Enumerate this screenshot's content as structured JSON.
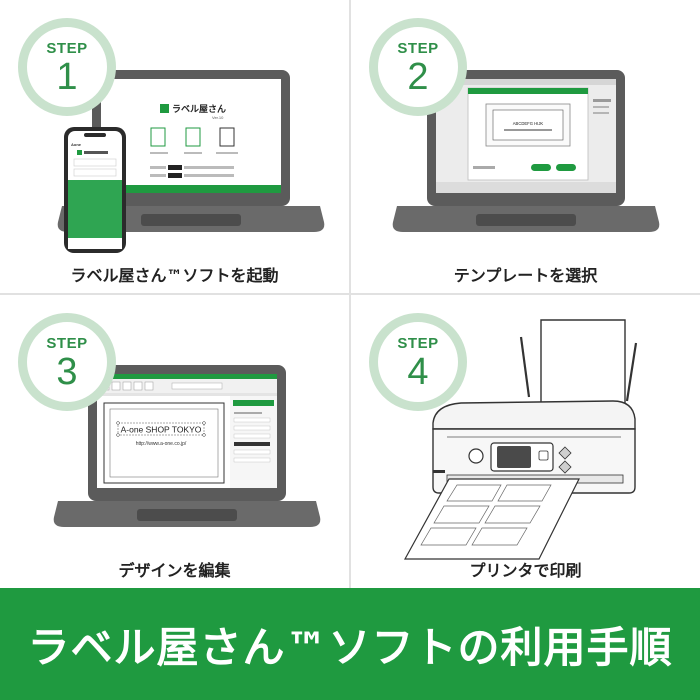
{
  "steps": [
    {
      "step_label": "STEP",
      "number": "1",
      "caption": "ラベル屋さん™ソフトを起動",
      "screen": {
        "logo_text": "ラベル屋さん",
        "logo_sub": "Ver.10",
        "brand": "Aone"
      }
    },
    {
      "step_label": "STEP",
      "number": "2",
      "caption": "テンプレートを選択",
      "screen": {
        "label_preview": "ABCDEFG HIJK"
      }
    },
    {
      "step_label": "STEP",
      "number": "3",
      "caption": "デザインを編集",
      "screen": {
        "card_title": "A-one SHOP TOKYO",
        "card_url": "http://www.a-one.co.jp/"
      }
    },
    {
      "step_label": "STEP",
      "number": "4",
      "caption": "プリンタで印刷"
    }
  ],
  "banner": {
    "title": "ラベル屋さん™ソフトの利用手順"
  },
  "colors": {
    "accent": "#1f9a40",
    "badge_ring": "#c9e2cd",
    "badge_text": "#2f8f49",
    "laptop": "#5b5b5b"
  }
}
